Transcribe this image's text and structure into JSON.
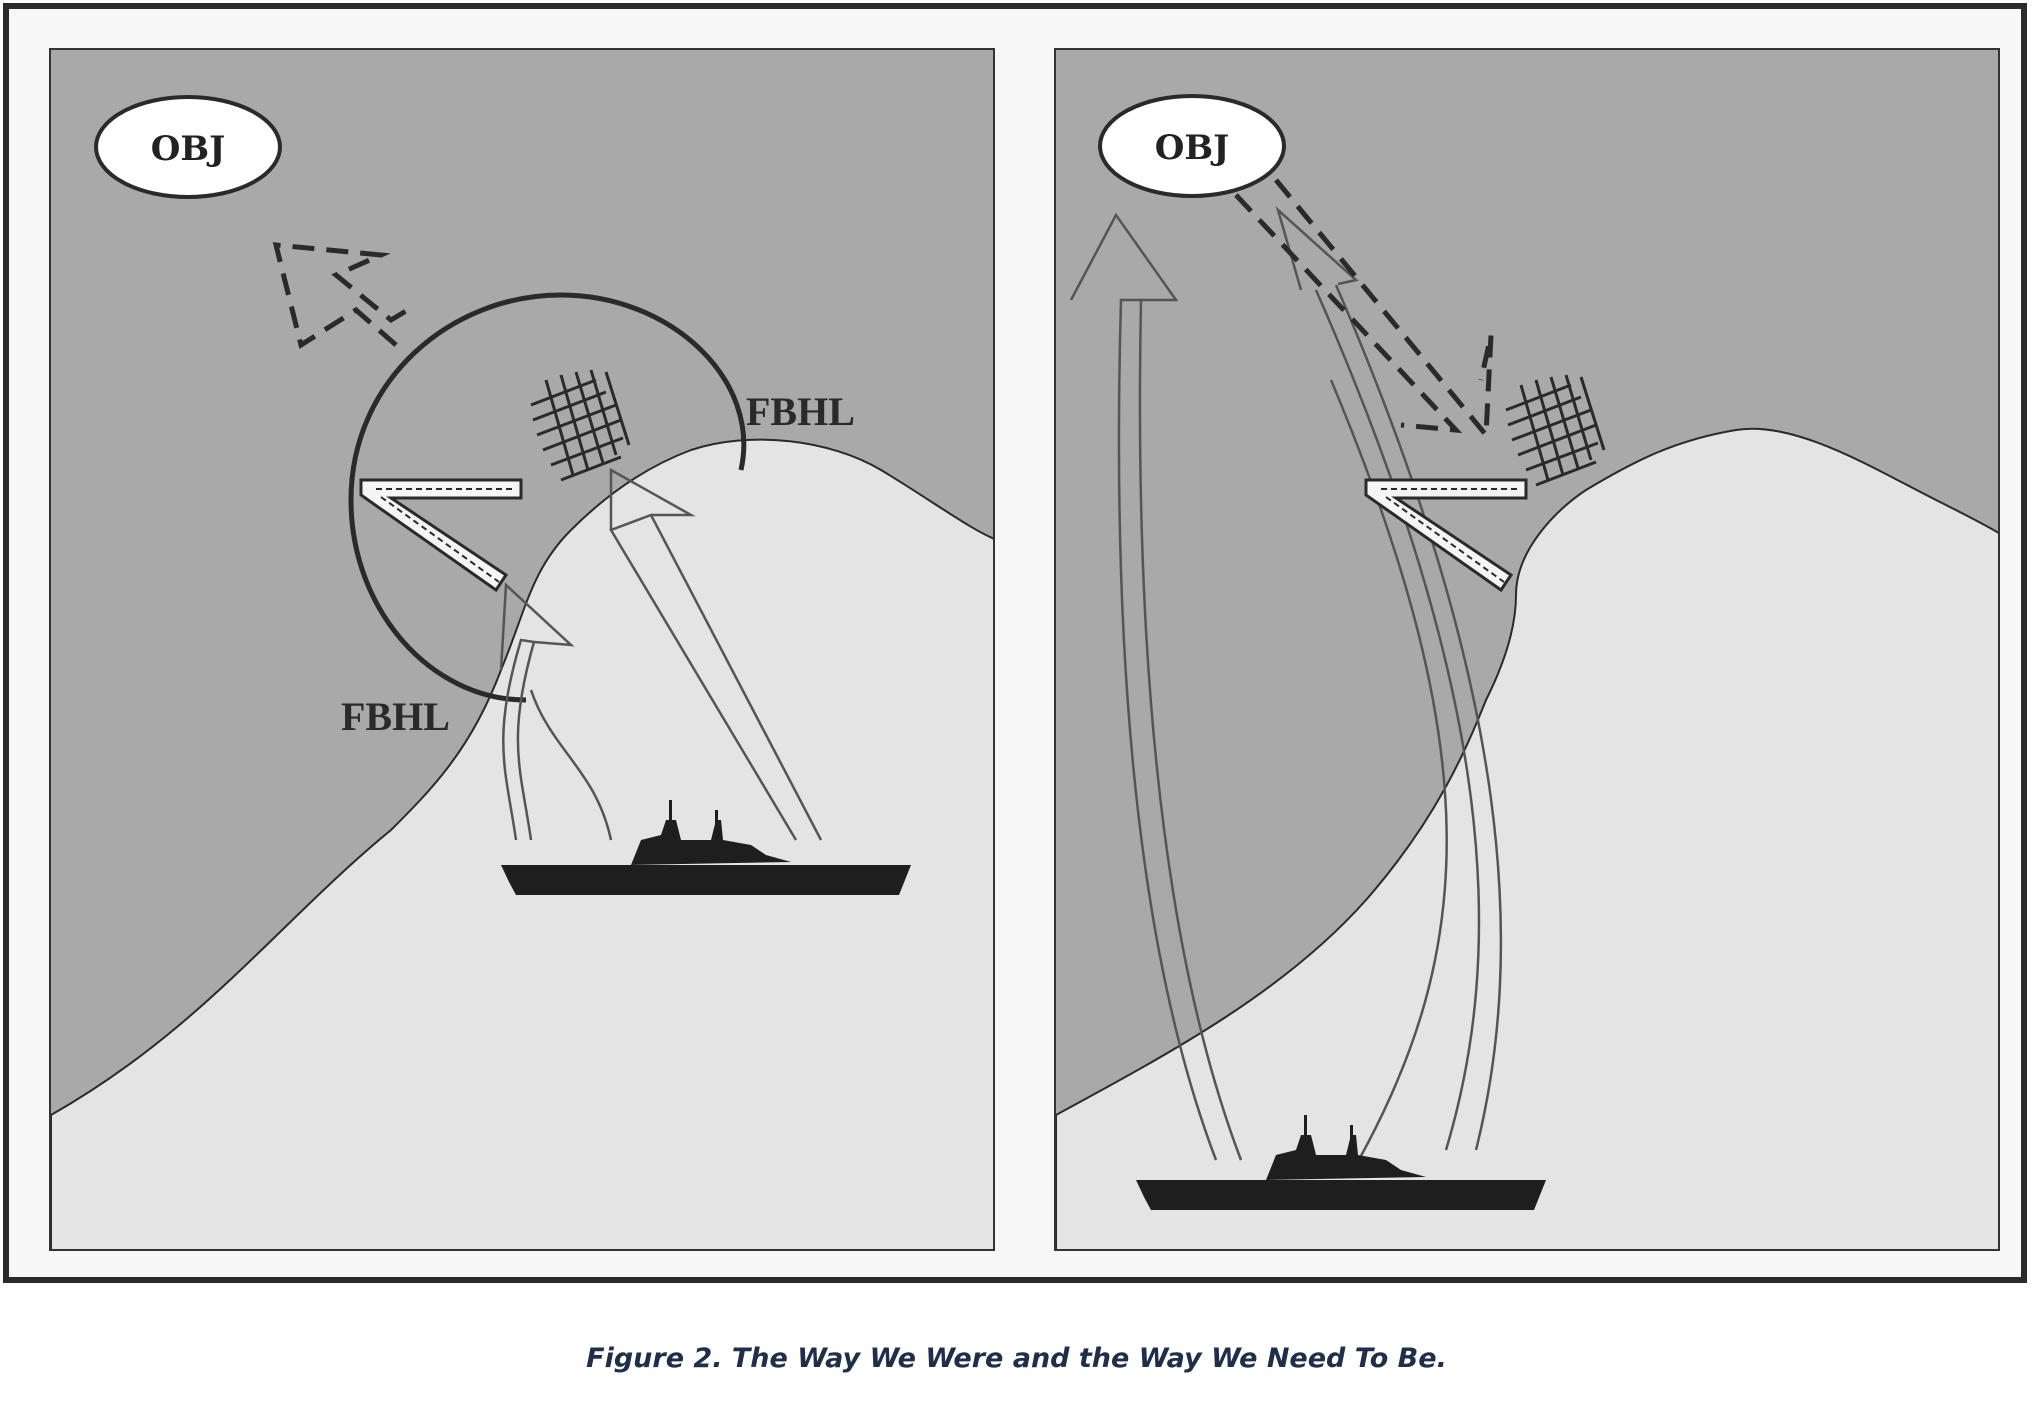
{
  "left_panel": {
    "objective_label": "OBJ",
    "fbhl_label_right": "FBHL",
    "fbhl_label_left": "FBHL"
  },
  "right_panel": {
    "objective_label": "OBJ"
  },
  "caption": "Figure 2. The Way We Were and the Way We Need To Be.",
  "colors": {
    "water": "#a9a9a9",
    "land": "#e4e4e4",
    "ship": "#1e1e1e",
    "caption": "#1f2f4a"
  }
}
